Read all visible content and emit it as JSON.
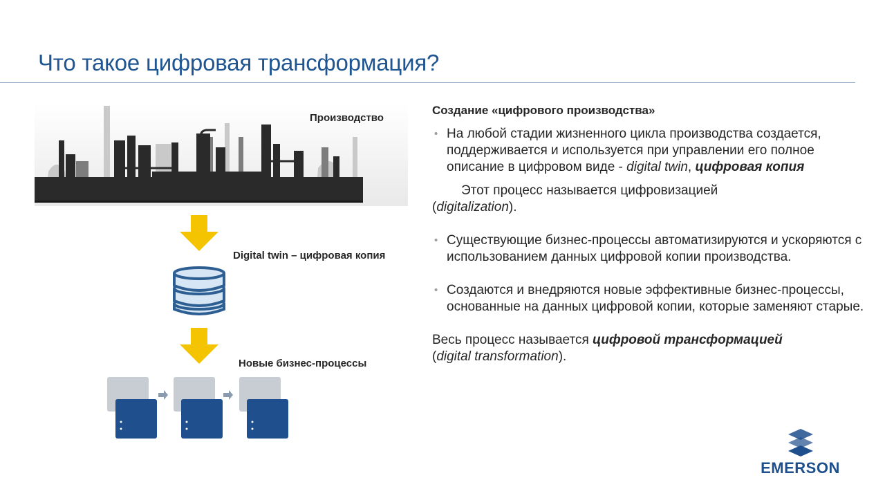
{
  "slide": {
    "title": "Что такое цифровая трансформация?"
  },
  "diagram": {
    "production_label": "Производство",
    "digital_twin_label": "Digital twin – цифровая копия",
    "new_processes_label": "Новые бизнес-процессы"
  },
  "content": {
    "heading": "Создание «цифрового производства»",
    "bullet1": {
      "text": "На любой стадии жизненного цикла производства создается, поддерживается и используется при управлении его полное описание в цифровом виде -",
      "term_en": "digital twin",
      "separator": ", ",
      "term_ru": "цифровая копия"
    },
    "note": {
      "text": "Этот процесс называется цифровизацией",
      "open": "(",
      "term": "digitalization",
      "close": ")."
    },
    "bullet2": "Существующие бизнес-процессы автоматизируются и ускоряются с использованием данных цифровой копии производства.",
    "bullet3": "Создаются и внедряются новые эффективные бизнес-процессы, основанные на данных цифровой копии, которые заменяют старые.",
    "summary": {
      "text": "Весь процесс называется ",
      "term_ru": "цифровой трансформацией",
      "open": "(",
      "term_en": "digital transformation",
      "close": ")."
    }
  },
  "bullet_symbol": "•",
  "logo": {
    "text": "EMERSON"
  },
  "colors": {
    "title": "#1f5591",
    "arrow": "#f5c400",
    "db": "#2e5f93",
    "db_light": "#d6e6f4",
    "card_back": "#c8cdd4",
    "card_front": "#1f4f8c",
    "logo": "#1f4f8c"
  }
}
